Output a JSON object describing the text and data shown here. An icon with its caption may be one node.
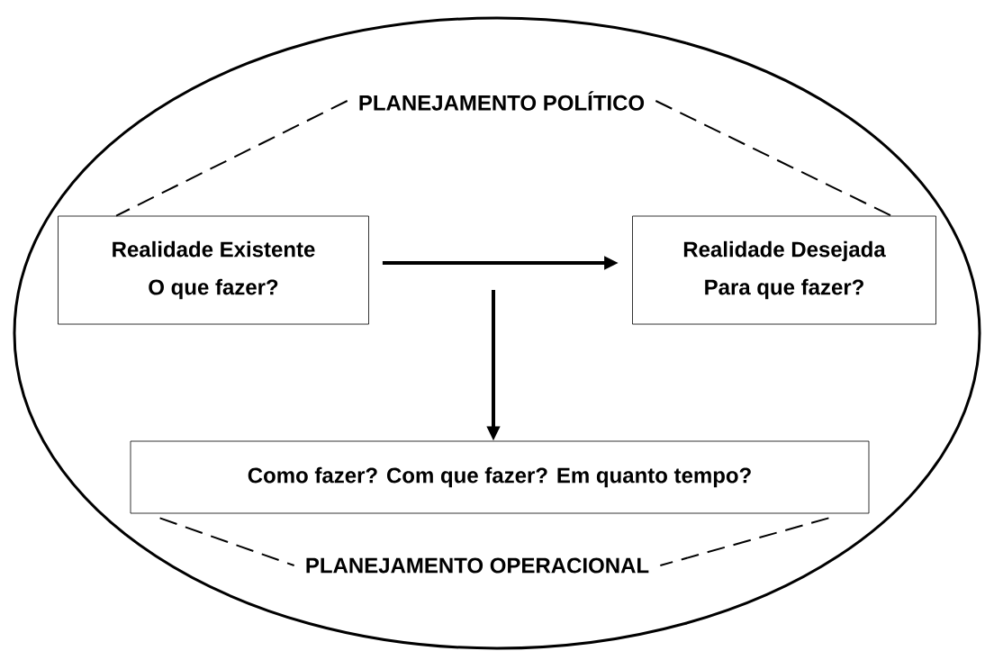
{
  "diagram": {
    "nodes": [
      {
        "text": [],
        "shape": "ellipse"
      },
      {
        "text": [
          "PLANEJAMENTO POLÍTICO"
        ],
        "in": 0
      },
      {
        "text": [
          "Realidade Existente",
          "O que fazer?"
        ],
        "in": 0
      },
      {
        "text": [
          "Realidade Desejada",
          "Para que fazer?"
        ],
        "in": 0
      },
      {
        "text": [
          "Como fazer? Com que fazer? Em quanto tempo?"
        ],
        "in": 0
      },
      {
        "text": [
          "PLANEJAMENTO OPERACIONAL"
        ],
        "in": 0
      }
    ],
    "edges": [
      {
        "from": 1,
        "to": 2,
        "arrow": "none",
        "style": "dashed"
      },
      {
        "from": 1,
        "to": 3,
        "arrow": "none",
        "style": "dashed"
      },
      {
        "from": 2,
        "to": 3,
        "arrow": "to",
        "style": "thick"
      },
      {
        "from": null,
        "to": 4,
        "arrow": "to",
        "style": "thick"
      },
      {
        "from": 4,
        "to": 5,
        "arrow": "none",
        "style": "dashed"
      },
      {
        "from": 4,
        "to": 5,
        "arrow": "none",
        "style": "dashed"
      }
    ]
  }
}
